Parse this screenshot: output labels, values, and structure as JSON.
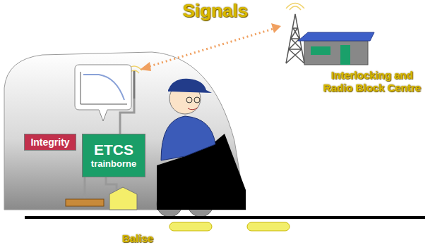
{
  "diagram": {
    "title": "Signals",
    "nodes": [
      {
        "text": [
          "Integrity"
        ]
      },
      {
        "text": [
          "ETCS",
          "trainborne"
        ]
      }
    ],
    "labels": [
      "Interlocking and Radio Block Centre",
      "Balise"
    ]
  }
}
